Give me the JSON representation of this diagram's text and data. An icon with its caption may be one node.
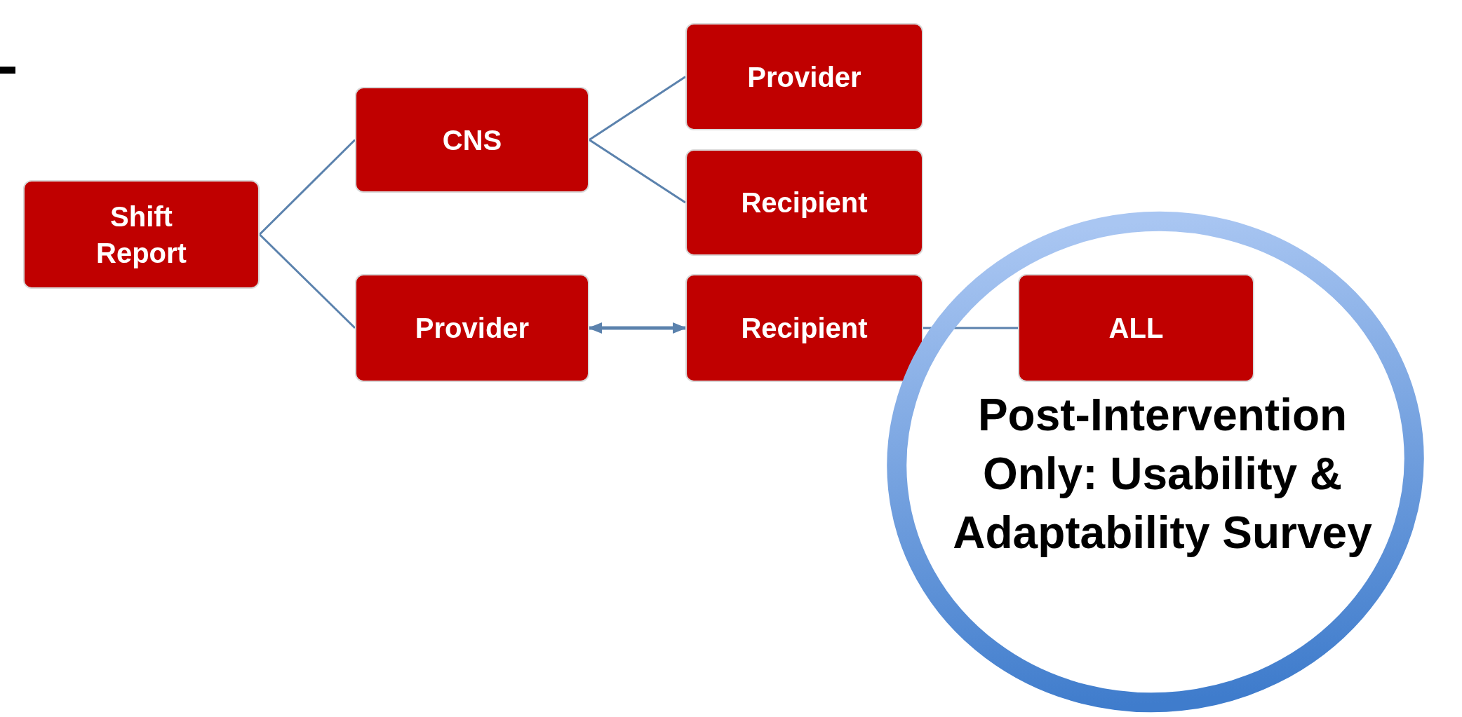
{
  "diagram": {
    "nodes": [
      {
        "text": [
          "Shift Report"
        ]
      },
      {
        "text": [
          "CNS"
        ]
      },
      {
        "text": [
          "Provider"
        ]
      },
      {
        "text": [
          "Recipient"
        ]
      },
      {
        "text": [
          "Provider"
        ]
      },
      {
        "text": [
          "Recipient"
        ]
      },
      {
        "text": [
          "Post-Intervention Only: Usability & Adaptability Survey"
        ]
      },
      {
        "text": [
          "ALL"
        ],
        "in": 6
      }
    ],
    "edges": [
      {
        "from": 0,
        "to": 1,
        "arrow": "none"
      },
      {
        "from": 0,
        "to": 4,
        "arrow": "none"
      },
      {
        "from": 1,
        "to": 2,
        "arrow": "none"
      },
      {
        "from": 1,
        "to": 3,
        "arrow": "none"
      },
      {
        "from": 4,
        "to": 5,
        "arrow": "both"
      },
      {
        "from": 5,
        "to": 7,
        "arrow": "none"
      }
    ]
  }
}
